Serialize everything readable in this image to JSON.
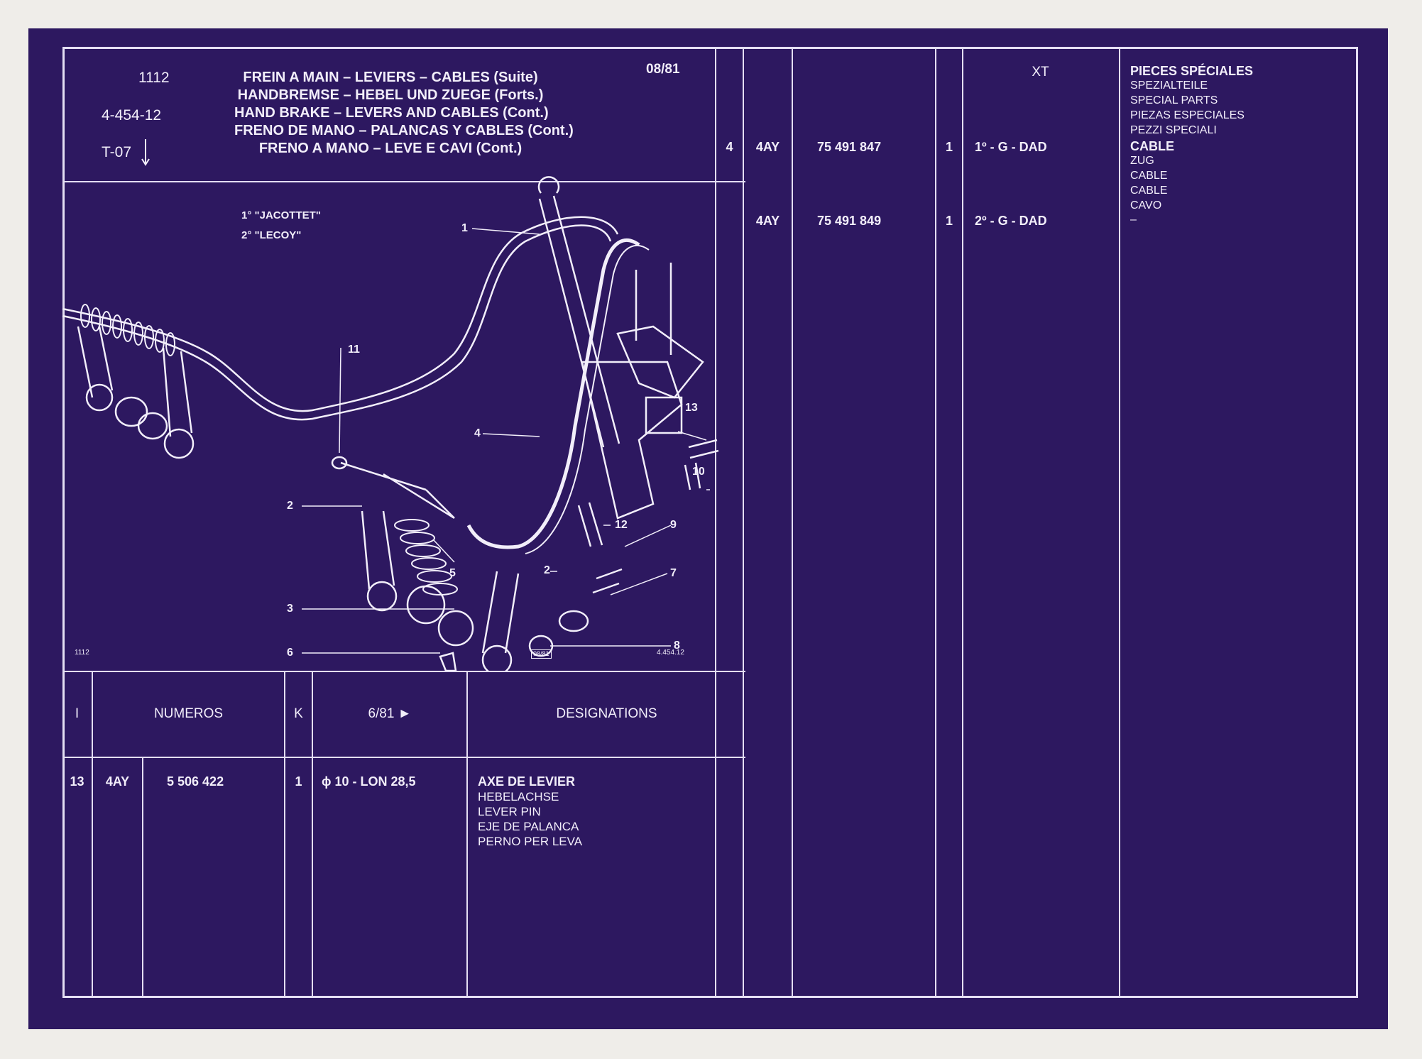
{
  "header": {
    "group_code": "1112",
    "page_ref": "4-454-12",
    "tab_ref": "T-07",
    "date": "08/81",
    "titles": [
      "FREIN A MAIN – LEVIERS – CABLES (Suite)",
      "HANDBREMSE – HEBEL UND ZUEGE (Forts.)",
      "HAND BRAKE – LEVERS AND CABLES (Cont.)",
      "FRENO DE MANO – PALANCAS Y CABLES (Cont.)",
      "FRENO A MANO – LEVE E CAVI (Cont.)"
    ]
  },
  "diagram": {
    "legend": [
      "1° \"JACOTTET\"",
      "2° \"LECOY\""
    ],
    "callouts": [
      "1",
      "2",
      "2",
      "3",
      "4",
      "5",
      "6",
      "7",
      "8",
      "9",
      "10",
      "11",
      "12",
      "13"
    ],
    "footer_left": "1112",
    "footer_mid": "08/81",
    "footer_right": "4.454.12"
  },
  "table_header": {
    "col_i": "I",
    "col_numeros": "NUMEROS",
    "col_k": "K",
    "col_date": "6/81 ►",
    "col_designations": "DESIGNATIONS"
  },
  "left_rows": [
    {
      "i": "13",
      "code": "4AY",
      "number": "5 506 422",
      "k": "1",
      "spec": "ϕ 10 - LON 28,5",
      "designations": [
        "AXE DE LEVIER",
        "HEBELACHSE",
        "LEVER PIN",
        "EJE DE PALANCA",
        "PERNO PER LEVA"
      ]
    }
  ],
  "right": {
    "model": "XT",
    "section_titles": [
      "PIECES SPÉCIALES",
      "SPEZIALTEILE",
      "SPECIAL PARTS",
      "PIEZAS ESPECIALES",
      "PEZZI SPECIALI"
    ],
    "item_names": [
      "CABLE",
      "ZUG",
      "CABLE",
      "CABLE",
      "CAVO"
    ],
    "dash": "–",
    "rows": [
      {
        "i": "4",
        "code": "4AY",
        "number": "75 491 847",
        "k": "1",
        "spec": "1º - G - DAD"
      },
      {
        "i": "",
        "code": "4AY",
        "number": "75 491 849",
        "k": "1",
        "spec": "2º - G - DAD"
      }
    ]
  },
  "colors": {
    "film": "#2d1860",
    "ink": "#f2eefa",
    "border": "#efede9"
  }
}
